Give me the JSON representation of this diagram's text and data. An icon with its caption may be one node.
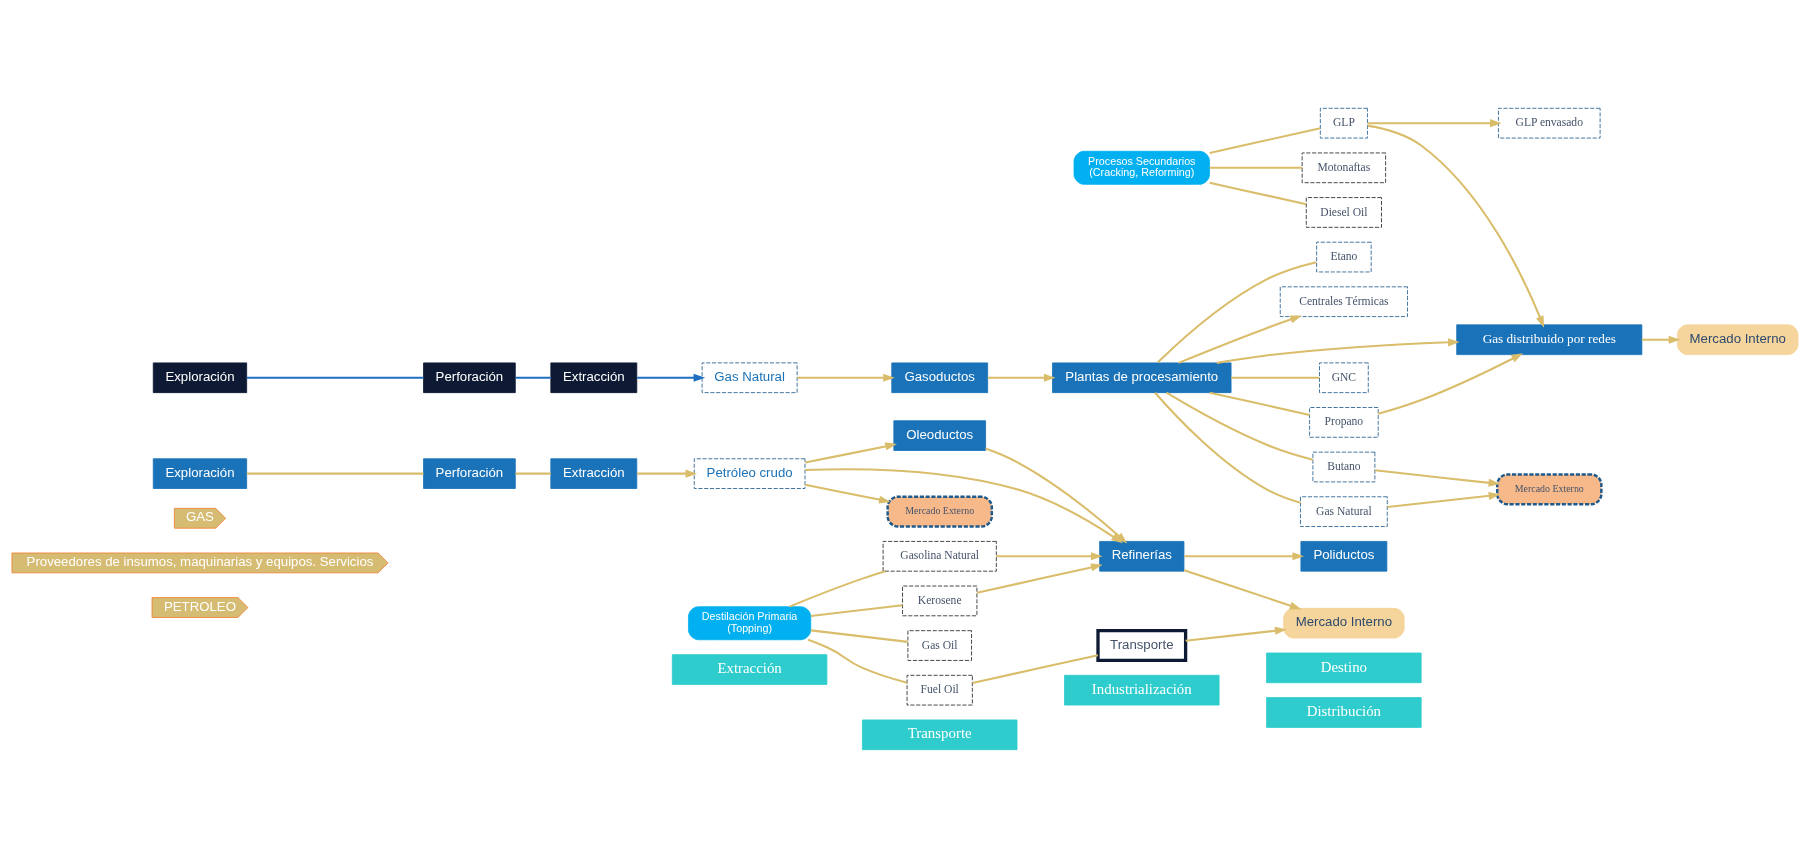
{
  "diagram": {
    "nodes": [
      {
        "text": [
          "Extracción"
        ]
      },
      {
        "text": [
          "Transporte"
        ]
      },
      {
        "text": [
          "Industrialización"
        ]
      },
      {
        "text": [
          "Distribución"
        ]
      },
      {
        "text": [
          "Destino"
        ]
      },
      {
        "text": [
          "PETROLEO"
        ]
      },
      {
        "text": [
          "Proveedores de insumos, maquinarias y equipos. Servicios"
        ]
      },
      {
        "text": [
          "GAS"
        ]
      },
      {
        "text": [
          "Exploración"
        ]
      },
      {
        "text": [
          "Perforación"
        ]
      },
      {
        "text": [
          "Extracción"
        ]
      },
      {
        "text": [
          "Petróleo crudo"
        ]
      },
      {
        "text": [
          "Oleoductos"
        ]
      },
      {
        "text": [
          "Refinerías"
        ]
      },
      {
        "text": [
          "Destilación Primaria",
          "(Topping)"
        ]
      },
      {
        "text": [
          "Procesos Secundarios",
          "(Cracking, Reforming)"
        ]
      },
      {
        "text": [
          "Gasolina Natural"
        ]
      },
      {
        "text": [
          "Kerosene"
        ]
      },
      {
        "text": [
          "Gas Oil"
        ]
      },
      {
        "text": [
          "Fuel Oil"
        ]
      },
      {
        "text": [
          "Motonaftas"
        ]
      },
      {
        "text": [
          "Diesel Oil"
        ]
      },
      {
        "text": [
          "GLP"
        ]
      },
      {
        "text": [
          "Poliductos"
        ]
      },
      {
        "text": [
          "GLP envasado"
        ]
      },
      {
        "text": [
          "Transporte"
        ]
      },
      {
        "text": [
          "Mercado Interno"
        ]
      },
      {
        "text": [
          "Mercado Externo"
        ]
      },
      {
        "text": [
          "Gas Natural"
        ]
      },
      {
        "text": [
          "Extracción"
        ]
      },
      {
        "text": [
          "Perforación"
        ]
      },
      {
        "text": [
          "Exploración"
        ]
      },
      {
        "text": [
          "Gasoductos"
        ]
      },
      {
        "text": [
          "Plantas de procesamiento"
        ]
      },
      {
        "text": [
          "GNC"
        ]
      },
      {
        "text": [
          "Butano"
        ]
      },
      {
        "text": [
          "Propano"
        ]
      },
      {
        "text": [
          "Gas Natural"
        ]
      },
      {
        "text": [
          "Etano"
        ]
      },
      {
        "text": [
          "Centrales Térmicas"
        ]
      },
      {
        "text": [
          "Gas distribuido por redes"
        ]
      },
      {
        "text": [
          "Mercado Interno"
        ]
      },
      {
        "text": [
          "Mercado Externo"
        ]
      }
    ],
    "edges": [
      {
        "from": 8,
        "to": 9,
        "arrow": "none"
      },
      {
        "from": 9,
        "to": 10,
        "arrow": "none"
      },
      {
        "from": 10,
        "to": 11,
        "arrow": "to"
      },
      {
        "from": 11,
        "to": 12,
        "arrow": "to"
      },
      {
        "from": 12,
        "to": 13,
        "arrow": "to"
      },
      {
        "from": 11,
        "to": 13,
        "arrow": "to"
      },
      {
        "from": 11,
        "to": 27,
        "arrow": "to"
      },
      {
        "from": 14,
        "to": 16,
        "arrow": "none"
      },
      {
        "from": 14,
        "to": 17,
        "arrow": "none"
      },
      {
        "from": 14,
        "to": 18,
        "arrow": "none"
      },
      {
        "from": 14,
        "to": 19,
        "arrow": "none"
      },
      {
        "from": 16,
        "to": 13,
        "arrow": "to"
      },
      {
        "from": 17,
        "to": 13,
        "arrow": "to"
      },
      {
        "from": 15,
        "to": 20,
        "arrow": "none"
      },
      {
        "from": 15,
        "to": 21,
        "arrow": "none"
      },
      {
        "from": 15,
        "to": 22,
        "arrow": "none"
      },
      {
        "from": 13,
        "to": 26,
        "arrow": "to"
      },
      {
        "from": 13,
        "to": 23,
        "arrow": "to"
      },
      {
        "from": 19,
        "to": 25,
        "arrow": "none"
      },
      {
        "from": 25,
        "to": 26,
        "arrow": "to"
      },
      {
        "from": 22,
        "to": 24,
        "arrow": "to"
      },
      {
        "from": 22,
        "to": 40,
        "arrow": "to"
      },
      {
        "from": 31,
        "to": 30,
        "arrow": "none",
        "color": "#1f6fc0"
      },
      {
        "from": 30,
        "to": 29,
        "arrow": "none",
        "color": "#1f6fc0"
      },
      {
        "from": 29,
        "to": 28,
        "arrow": "to",
        "color": "#1f6fc0"
      },
      {
        "from": 28,
        "to": 32,
        "arrow": "to"
      },
      {
        "from": 32,
        "to": 33,
        "arrow": "to"
      },
      {
        "from": 33,
        "to": 39,
        "arrow": "to"
      },
      {
        "from": 33,
        "to": 40,
        "arrow": "to"
      },
      {
        "from": 33,
        "to": 34,
        "arrow": "none"
      },
      {
        "from": 33,
        "to": 35,
        "arrow": "none"
      },
      {
        "from": 33,
        "to": 36,
        "arrow": "none"
      },
      {
        "from": 33,
        "to": 37,
        "arrow": "none"
      },
      {
        "from": 33,
        "to": 38,
        "arrow": "none"
      },
      {
        "from": 35,
        "to": 42,
        "arrow": "to"
      },
      {
        "from": 36,
        "to": 40,
        "arrow": "to"
      },
      {
        "from": 37,
        "to": 42,
        "arrow": "to"
      },
      {
        "from": 40,
        "to": 41,
        "arrow": "to"
      }
    ]
  }
}
